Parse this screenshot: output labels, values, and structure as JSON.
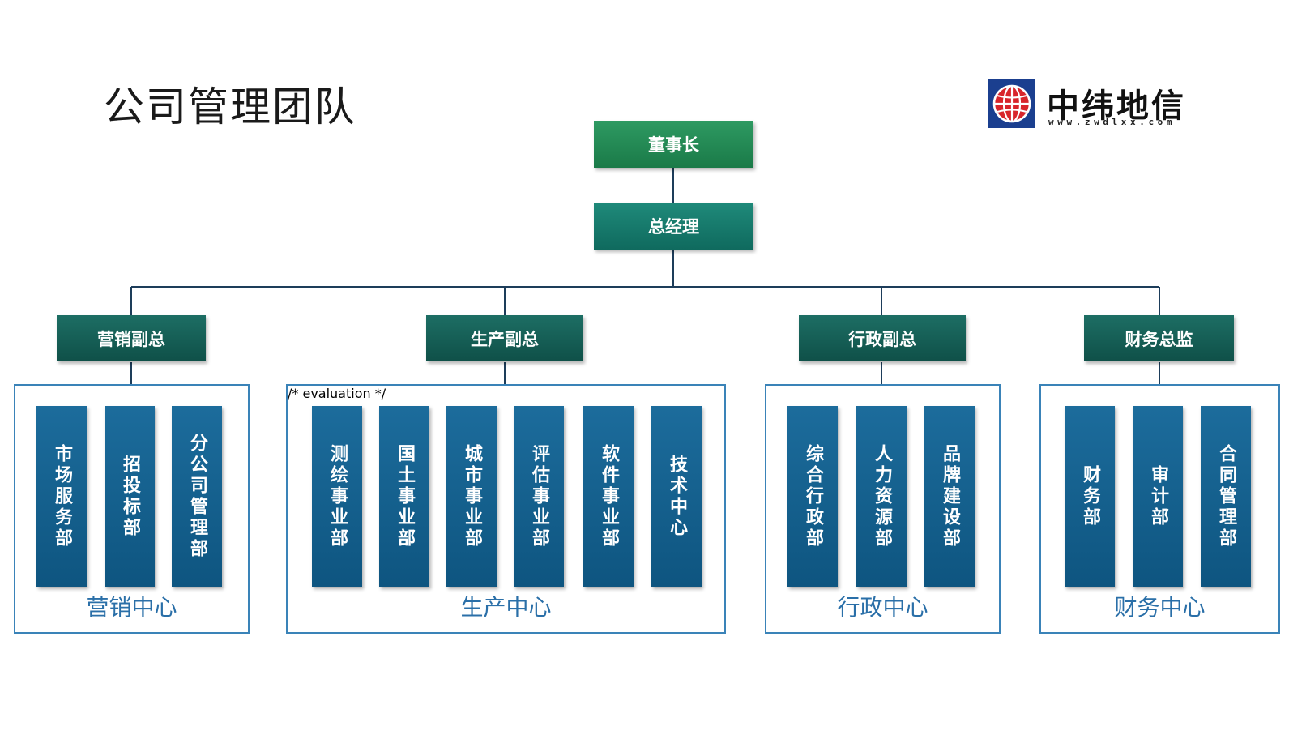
{
  "page": {
    "title": "公司管理团队"
  },
  "logo": {
    "name": "中纬地信",
    "url": "www.zwdlxx.com"
  },
  "org": {
    "chairman": "董事长",
    "general_manager": "总经理",
    "branches": [
      {
        "head": "营销副总",
        "center": "营销中心",
        "departments": [
          "市场服务部",
          "招投标部",
          "分公司管理部"
        ]
      },
      {
        "head": "生产副总",
        "center": "生产中心",
        "departments": [
          "测绘事业部",
          "国土事业部",
          "城市事业部",
          "评估事业部",
          "软件事业部",
          "技术中心"
        ]
      },
      {
        "head": "行政副总",
        "center": "行政中心",
        "departments": [
          "综合行政部",
          "人力资源部",
          "品牌建设部"
        ]
      },
      {
        "head": "财务总监",
        "center": "财务中心",
        "departments": [
          "财务部",
          "审计部",
          "合同管理部"
        ]
      }
    ]
  },
  "colors": {
    "chairman_box": "#1f8450",
    "gm_box": "#157264",
    "vp_box": "#135a52",
    "department_box": "#125f8c",
    "center_frame": "#3a83b8",
    "center_label": "#2a6fa8",
    "connector": "#1d3d5a"
  }
}
